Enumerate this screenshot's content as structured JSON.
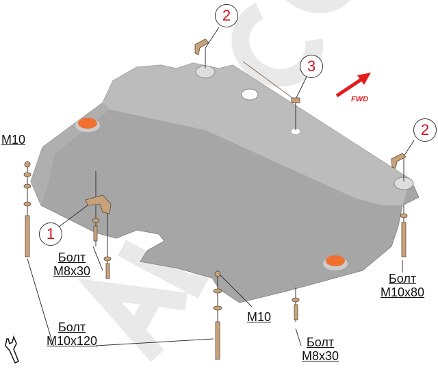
{
  "watermark": "ALFECO",
  "direction_label": "FWD",
  "callouts": [
    "1",
    "2",
    "2",
    "3"
  ],
  "labels": {
    "m10_left": "M10",
    "bolt_m8x30_left": [
      "Болт",
      "M8x30"
    ],
    "bolt_m10x120": [
      "Болт",
      "M10x120"
    ],
    "m10_bottom": "M10",
    "bolt_m8x30_right": [
      "Болт",
      "M8x30"
    ],
    "bolt_m10x80": [
      "Болт",
      "M10x80"
    ]
  },
  "colors": {
    "plate": "#a9a9a9",
    "plate_light": "#c2c2c2",
    "hardware": "#c8a27a",
    "callout_text": "#d0141c",
    "arrow": "#e41b1b",
    "badge": "#f07030"
  },
  "icons": [
    "wrench-icon",
    "fwd-arrow-icon"
  ]
}
